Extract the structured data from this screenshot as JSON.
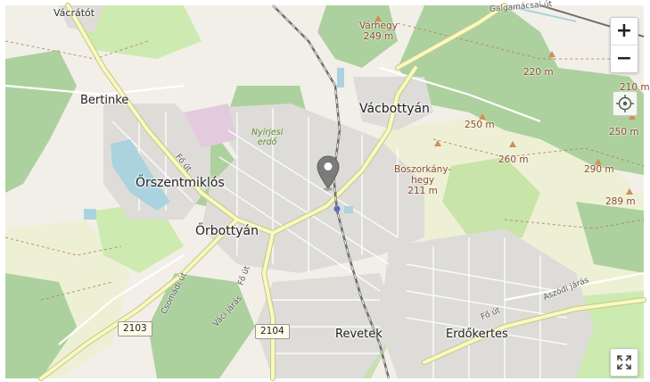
{
  "map": {
    "places": {
      "vacratot": "Vácrátót",
      "bertinke": "Bertinke",
      "orszentmiklos": "Őrszentmiklós",
      "orbottyan": "Őrbottyán",
      "vacbottyan": "Vácbottyán",
      "revetek": "Revetek",
      "erdokertes": "Erdőkertes"
    },
    "woods": {
      "nyirjesi_erdo": [
        "Nyírjesi",
        "erdő"
      ]
    },
    "peaks": {
      "varhegy": [
        "Várhegy",
        "249 m"
      ],
      "boszorkanyhegy": [
        "Boszorkány-",
        "hegy",
        "211 m"
      ],
      "p220": "220 m",
      "p250a": "250 m",
      "p250b": "250 m",
      "p260": "260 m",
      "p290": "290 m",
      "p289": "289 m",
      "p210": "210 m"
    },
    "roads": {
      "fo_ut_1": "Fő út",
      "fo_ut_2": "Fő út",
      "fo_ut_3": "Fő út",
      "csomadi_ut": "Csomádi út",
      "vaci_jaras": "Váci járás",
      "aszodi_jaras": "Aszódi járás",
      "galgamacsai_ut": "Galgamácsai út",
      "route_2103": "2103",
      "route_2104": "2104"
    },
    "controls": {
      "zoom_in": "+",
      "zoom_out": "−"
    },
    "icons": {
      "zoom_in": "plus-icon",
      "zoom_out": "minus-icon",
      "locate": "locate-icon",
      "fullscreen": "fullscreen-icon",
      "marker": "map-pin-icon"
    },
    "colors": {
      "land": "#f2efe9",
      "residential": "#dedcd8",
      "forest": "#add19e",
      "meadow": "#cdebb0",
      "farmland": "#eef0d5",
      "water": "#aad3df",
      "major_road": "#f7fabf",
      "railway": "#6f6f6f",
      "marker": "#7b7b7b"
    }
  }
}
